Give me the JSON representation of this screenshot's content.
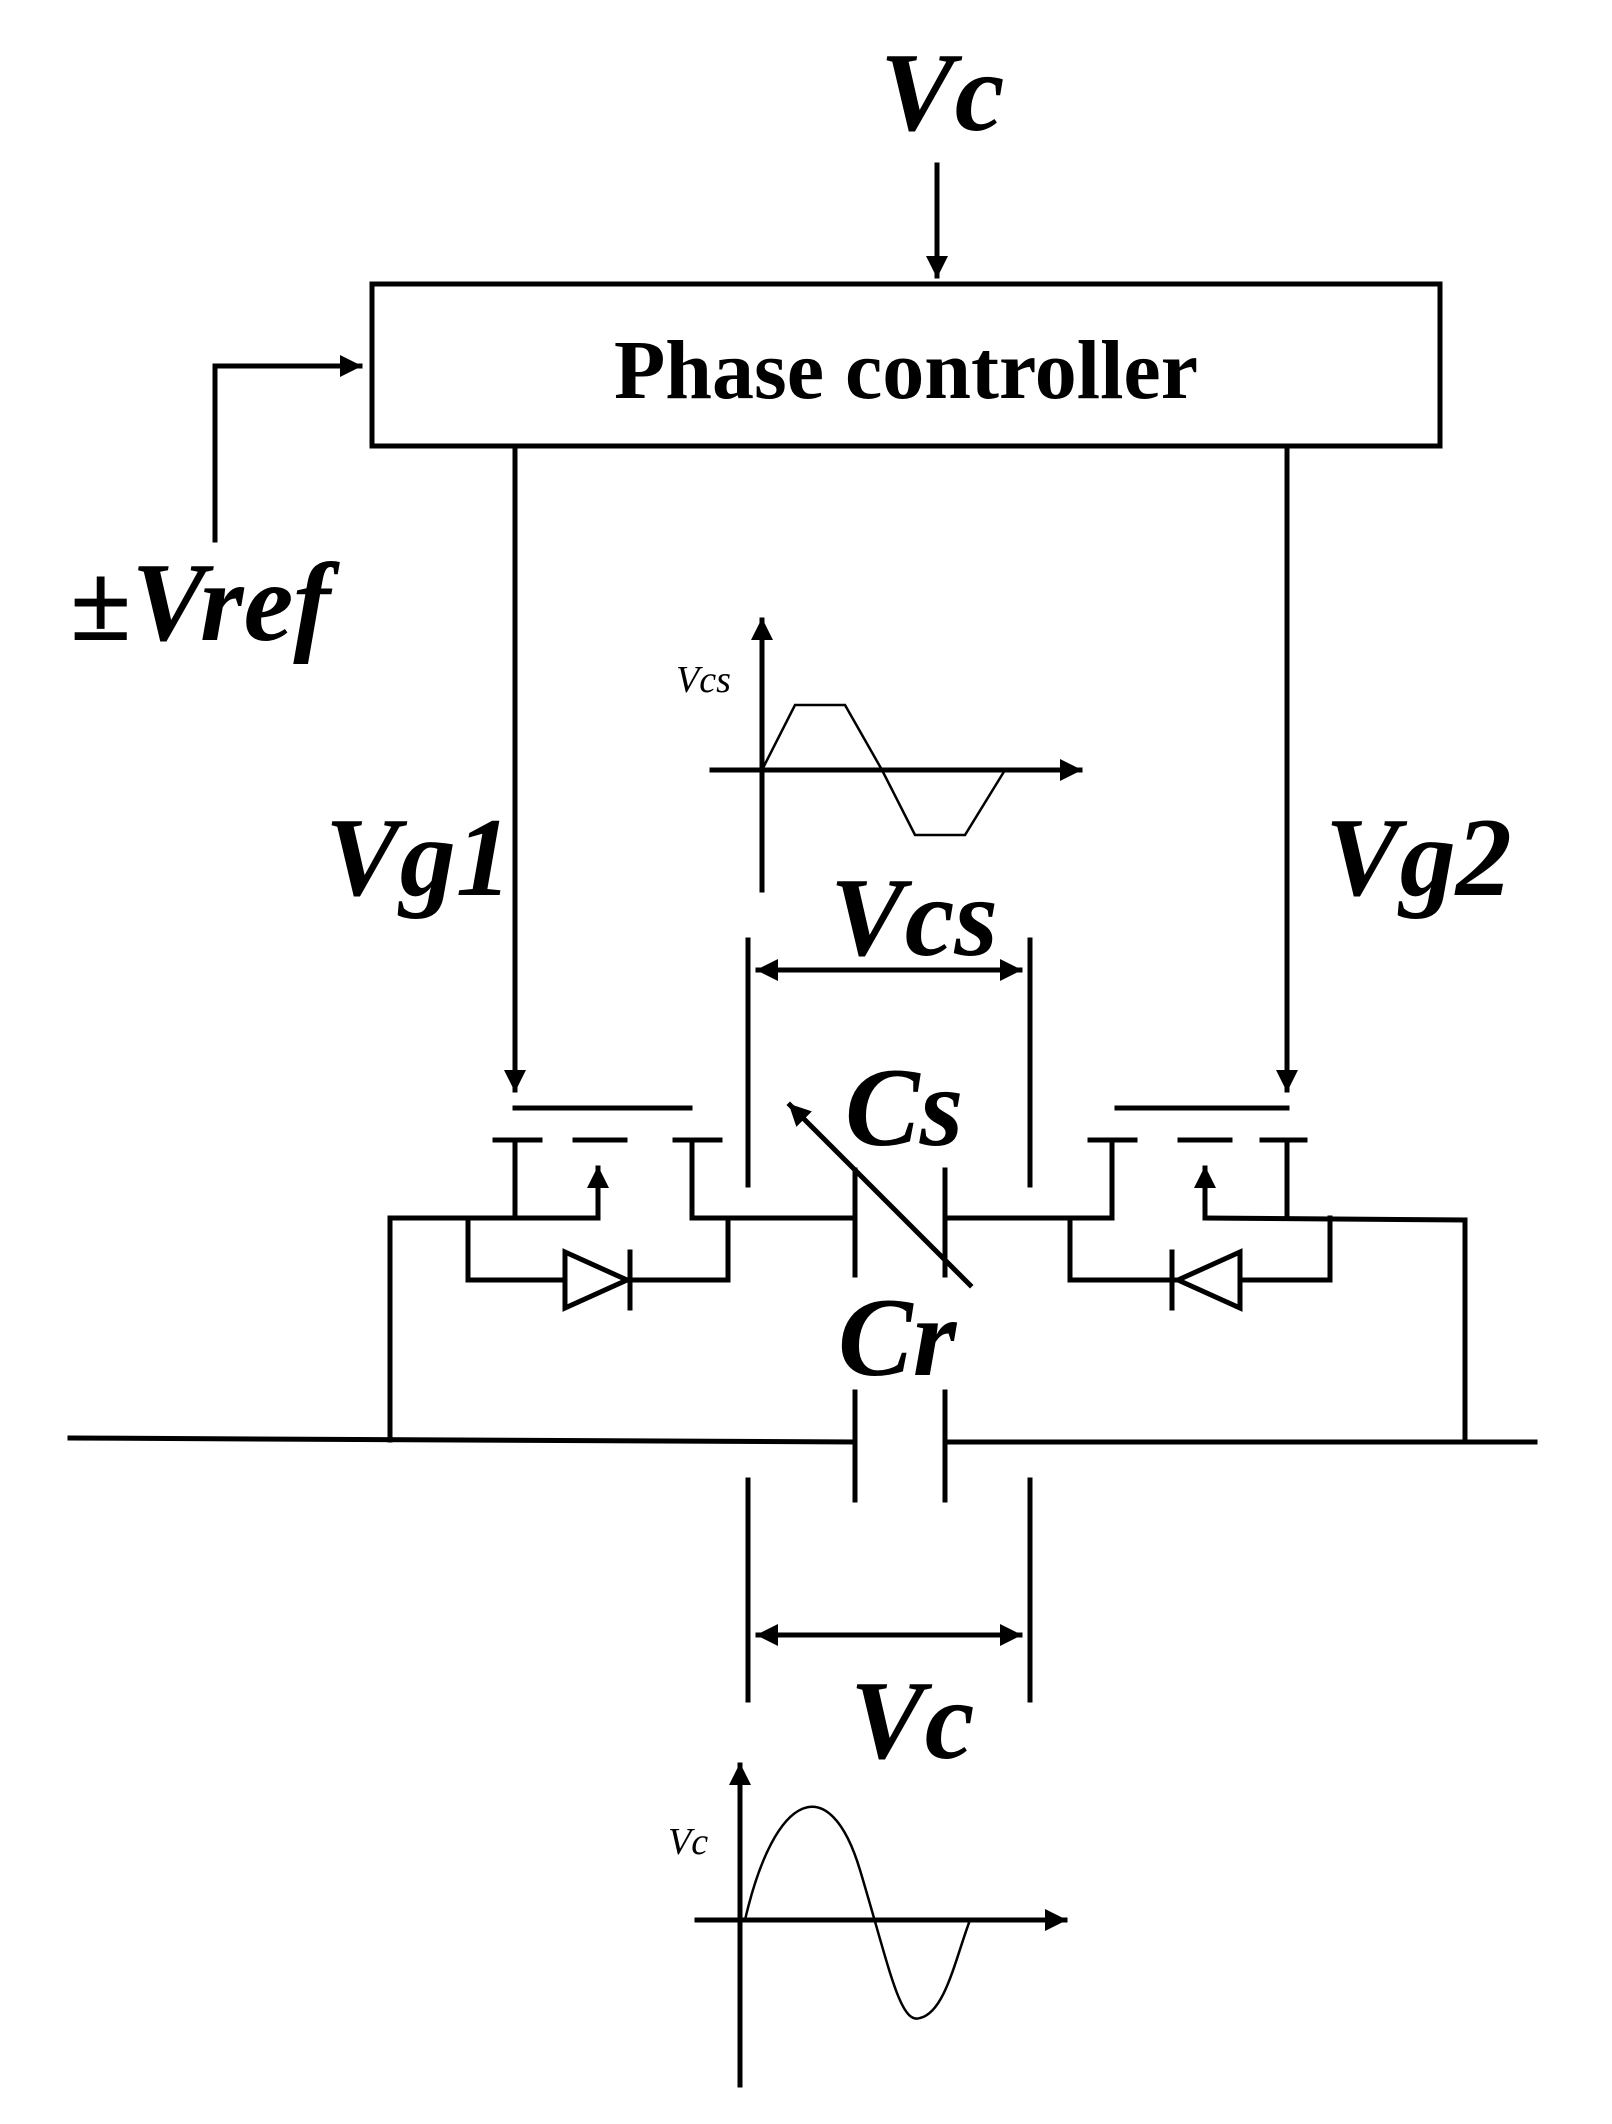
{
  "labels": {
    "vc_top": "Vc",
    "phase_controller": "Phase controller",
    "vref": "±Vref",
    "vg1": "Vg1",
    "vg2": "Vg2",
    "vcs": "Vcs",
    "cs": "Cs",
    "cr": "Cr",
    "vc_bottom": "Vc"
  },
  "waveforms": {
    "vcs": {
      "label": "Vcs",
      "shape": "clipped-sine"
    },
    "vc": {
      "label": "Vc",
      "shape": "sine"
    }
  },
  "colors": {
    "ink": "#000000",
    "background": "#ffffff"
  }
}
